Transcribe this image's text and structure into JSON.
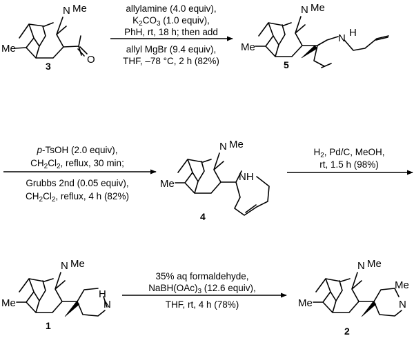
{
  "compounds": {
    "c3": {
      "label": "3",
      "atoms": {
        "n": "N",
        "me_n": "Me",
        "me_c": "Me",
        "o": "O"
      }
    },
    "c5": {
      "label": "5",
      "atoms": {
        "n": "N",
        "me_n": "Me",
        "me_c": "Me",
        "nh_n": "N",
        "nh_h": "H"
      }
    },
    "c4": {
      "label": "4",
      "atoms": {
        "n": "N",
        "me_n": "Me",
        "me_c": "Me",
        "nh": "NH"
      }
    },
    "c1": {
      "label": "1",
      "atoms": {
        "n": "N",
        "me_n": "Me",
        "me_c": "Me",
        "nh": "N",
        "h": "H"
      }
    },
    "c2": {
      "label": "2",
      "atoms": {
        "n": "N",
        "me_n": "Me",
        "me_c": "Me",
        "n2": "N",
        "me_n2": "Me"
      }
    }
  },
  "reactions": {
    "r1": {
      "above": [
        "allylamine (4.0 equiv),",
        "PhH, rt, 18 h; then add"
      ],
      "k2co3": {
        "a": "K",
        "sub1": "2",
        "b": "CO",
        "sub2": "3",
        "c": " (1.0 equiv),"
      },
      "below": [
        "allyl MgBr (9.4 equiv),",
        "THF, –78 °C, 2 h (82%)"
      ]
    },
    "r2": {
      "above": {
        "italic": "p",
        "rest": "-TsOH (2.0 equiv),",
        "solvent": {
          "a": "CH",
          "sub1": "2",
          "b": "Cl",
          "sub2": "2",
          "c": ", reflux, 30 min;"
        }
      },
      "below": {
        "line1": "Grubbs 2nd (0.05 equiv),",
        "solvent": {
          "a": "CH",
          "sub1": "2",
          "b": "Cl",
          "sub2": "2",
          "c": ", reflux, 4 h (82%)"
        }
      }
    },
    "r3": {
      "above": {
        "a": "H",
        "sub1": "2",
        "b": ", Pd/C, MeOH,"
      },
      "below": "rt, 1.5 h (98%)"
    },
    "r4": {
      "above": [
        "35% aq formaldehyde,"
      ],
      "nabh": {
        "a": "NaBH(OAc)",
        "sub1": "3",
        "b": " (12.6 equiv),"
      },
      "below": "THF, rt, 4 h (78%)"
    }
  }
}
